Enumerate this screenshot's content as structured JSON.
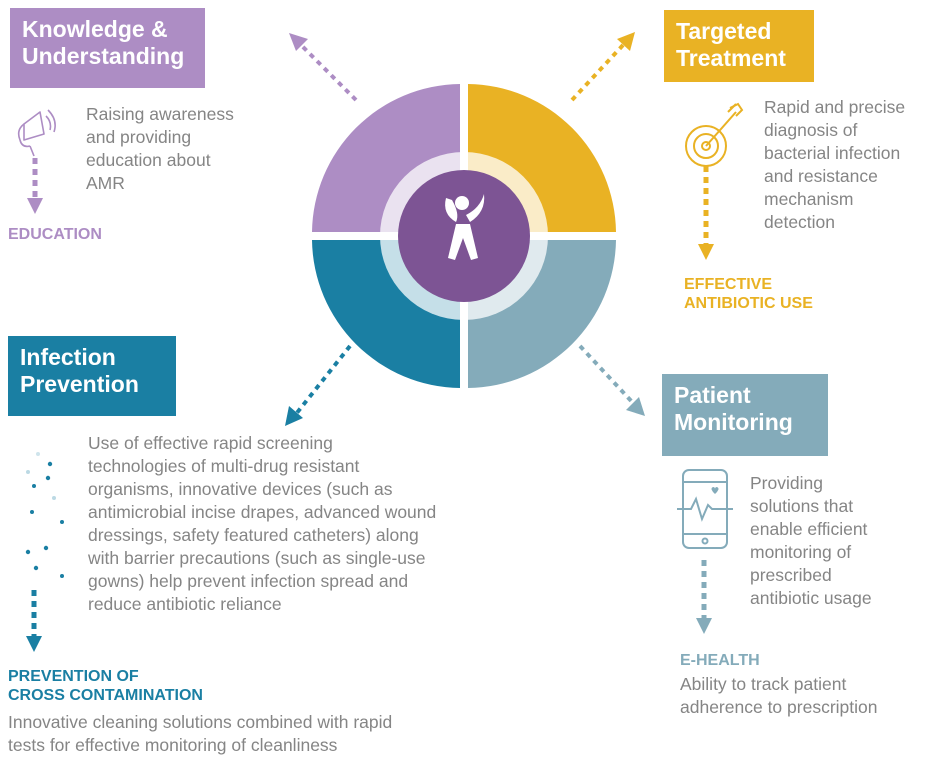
{
  "colors": {
    "purple": "#ad8dc4",
    "yellow": "#e9b224",
    "teal": "#1a7fa3",
    "grayblue": "#84abba",
    "center": "#7d5494"
  },
  "icons": {
    "center": "stylized-figure-logo-icon",
    "knowledge": "megaphone-icon",
    "treatment": "target-arrow-icon",
    "prevention": "dots-icon",
    "monitoring": "smartphone-heartbeat-icon"
  },
  "knowledge": {
    "title_line1": "Knowledge &",
    "title_line2": "Understanding",
    "text_l1": "Raising awareness",
    "text_l2": "and providing",
    "text_l3": "education about",
    "text_l4": "AMR",
    "label": "EDUCATION"
  },
  "treatment": {
    "title_line1": "Targeted",
    "title_line2": "Treatment",
    "text_l1": "Rapid and precise",
    "text_l2": "diagnosis of",
    "text_l3": "bacterial infection",
    "text_l4": "and resistance",
    "text_l5": "mechanism",
    "text_l6": "detection",
    "label_l1": "EFFECTIVE",
    "label_l2": "ANTIBIOTIC USE"
  },
  "prevention": {
    "title_line1": "Infection",
    "title_line2": "Prevention",
    "text_l1": "Use of effective rapid screening",
    "text_l2": "technologies of multi-drug resistant",
    "text_l3": "organisms, innovative devices (such as",
    "text_l4": "antimicrobial incise drapes, advanced wound",
    "text_l5": "dressings, safety featured catheters) along",
    "text_l6": "with barrier precautions (such as single-use",
    "text_l7": "gowns) help prevent infection spread and",
    "text_l8": "reduce antibiotic reliance",
    "label_l1": "PREVENTION OF",
    "label_l2": "CROSS CONTAMINATION",
    "sub_l1": "Innovative cleaning solutions combined with rapid",
    "sub_l2": "tests for effective monitoring of cleanliness"
  },
  "monitoring": {
    "title_line1": "Patient",
    "title_line2": "Monitoring",
    "text_l1": "Providing",
    "text_l2": "solutions that",
    "text_l3": "enable efficient",
    "text_l4": "monitoring of",
    "text_l5": "prescribed",
    "text_l6": "antibiotic usage",
    "label": "E-HEALTH",
    "sub_l1": "Ability to track patient",
    "sub_l2": "adherence to prescription"
  }
}
